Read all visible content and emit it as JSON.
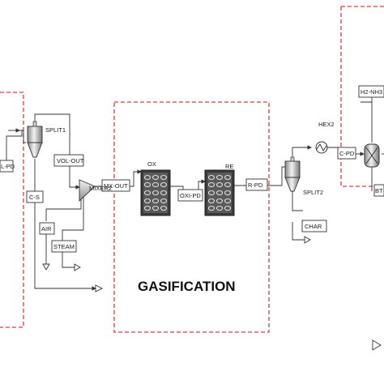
{
  "section_title": "GASIFICATION",
  "blocks": {
    "split1": "SPLIT1",
    "split2": "SPLIT2",
    "mixer2": "MIXER2",
    "ox": "OX",
    "re": "RE",
    "hex2": "HEX2"
  },
  "streams": {
    "l_pd": "L-PD",
    "vol_out": "VOL-OUT",
    "c_s": "C-S",
    "air": "AIR",
    "steam": "STEAM",
    "mx_out": "MX-OUT",
    "oxi_pd": "OXI-PD",
    "r_pd": "R-PD",
    "char": "CHAR",
    "c_pd": "C-PD",
    "h2_nh3": "H2-NH3",
    "bt": "BT"
  },
  "colors": {
    "boundary": "#e03c3c",
    "line": "#333333",
    "equipment_fill": "#d9d9d9"
  }
}
